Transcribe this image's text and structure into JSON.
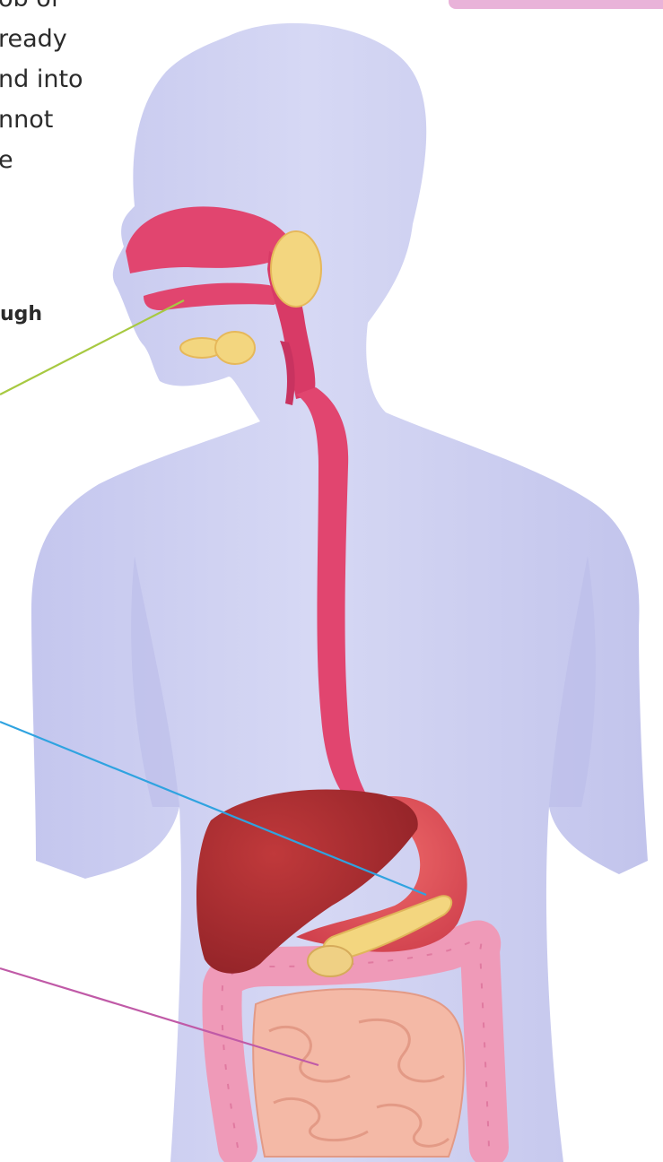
{
  "text_fragment": {
    "lines": [
      "ob of",
      "ready",
      "nd into",
      "nnot",
      "e"
    ],
    "bold_line": "ugh"
  },
  "colors": {
    "body": "#cfd1f1",
    "body_shade": "#b8bbe8",
    "tract": "#e1456f",
    "tract_dark": "#c83360",
    "liver": "#a52b30",
    "stomach": "#e3545a",
    "gland": "#f3d67f",
    "large_intestine": "#ef9ab8",
    "small_intestine": "#f4b9a6",
    "pointer_mouth": "#a7c941",
    "pointer_stomach": "#2fa3e0",
    "pointer_intestine": "#c05aa7",
    "accent_bar": "#e9b3d9"
  }
}
